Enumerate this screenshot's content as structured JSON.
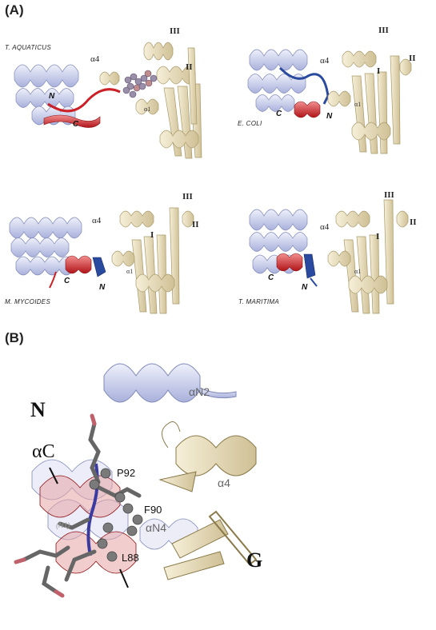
{
  "panels": {
    "a_label": "(A)",
    "b_label": "(B)"
  },
  "structures": [
    {
      "species": "T. AQUATICUS",
      "alpha4": "α4",
      "alpha1": "α1",
      "dom_I": "",
      "dom_II": "II",
      "dom_III": "III",
      "n_term": "N",
      "c_term": "C"
    },
    {
      "species": "E. COLI",
      "alpha4": "α4",
      "alpha1": "α1",
      "dom_I": "I",
      "dom_II": "II",
      "dom_III": "III",
      "n_term": "N",
      "c_term": "C"
    },
    {
      "species": "M. MYCOIDES",
      "alpha4": "α4",
      "alpha1": "α1",
      "dom_I": "I",
      "dom_II": "II",
      "dom_III": "III",
      "n_term": "N",
      "c_term": "C"
    },
    {
      "species": "T. MARITIMA",
      "alpha4": "α4",
      "alpha1": "α1",
      "dom_I": "I",
      "dom_II": "II",
      "dom_III": "III",
      "n_term": "N",
      "c_term": "C"
    }
  ],
  "panel_b": {
    "domain_n": "N",
    "domain_g": "G",
    "helix_c": "αC",
    "helix_n2": "αN2",
    "helix_n4": "αN4",
    "helix_4": "α4",
    "n1": "(N1)",
    "residues": [
      "P92",
      "F90",
      "L88"
    ]
  },
  "colors": {
    "n_domain": "#b8bfe6",
    "g_domain": "#e8dcb4",
    "c_terminus": "#cc1f26",
    "n_terminus": "#2a4aa0",
    "ligand": "#8a8aa8",
    "sidechain": "#6b6b6b"
  }
}
